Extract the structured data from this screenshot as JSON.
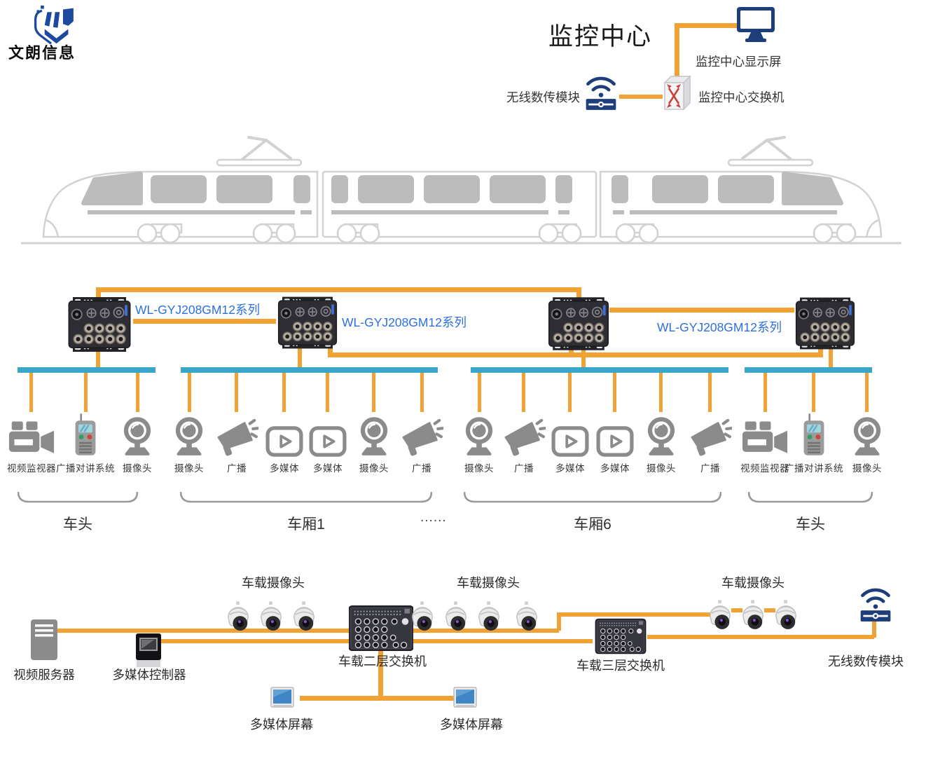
{
  "brand": {
    "name": "文朗信息"
  },
  "top": {
    "title": "监控中心",
    "display_label": "监控中心显示屏",
    "wireless_label": "无线数传模块",
    "switch_label": "监控中心交换机"
  },
  "series_labels": [
    "WL-GYJ208GM12系列",
    "WL-GYJ208GM12系列",
    "WL-GYJ208GM12系列"
  ],
  "ellipsis": "......",
  "groups": [
    {
      "name": "车头",
      "devices": [
        {
          "icon": "video-recorder-icon",
          "label": "视频监视器"
        },
        {
          "icon": "intercom-icon",
          "label": "广播对讲系统"
        },
        {
          "icon": "webcam-icon",
          "label": "摄像头"
        }
      ]
    },
    {
      "name": "车厢1",
      "devices": [
        {
          "icon": "webcam-icon",
          "label": "摄像头"
        },
        {
          "icon": "megaphone-icon",
          "label": "广播"
        },
        {
          "icon": "multimedia-icon",
          "label": "多媒体"
        },
        {
          "icon": "multimedia-icon",
          "label": "多媒体"
        },
        {
          "icon": "webcam-icon",
          "label": "摄像头"
        },
        {
          "icon": "megaphone-icon",
          "label": "广播"
        }
      ]
    },
    {
      "name": "车厢6",
      "devices": [
        {
          "icon": "webcam-icon",
          "label": "摄像头"
        },
        {
          "icon": "megaphone-icon",
          "label": "广播"
        },
        {
          "icon": "multimedia-icon",
          "label": "多媒体"
        },
        {
          "icon": "multimedia-icon",
          "label": "多媒体"
        },
        {
          "icon": "webcam-icon",
          "label": "摄像头"
        },
        {
          "icon": "megaphone-icon",
          "label": "广播"
        }
      ]
    },
    {
      "name": "车头",
      "devices": [
        {
          "icon": "video-recorder-icon",
          "label": "视频监视器"
        },
        {
          "icon": "intercom-icon",
          "label": "广播对讲系统"
        },
        {
          "icon": "webcam-icon",
          "label": "摄像头"
        }
      ]
    }
  ],
  "bottom": {
    "video_server_label": "视频服务器",
    "controller_label": "多媒体控制器",
    "camera_group_labels": [
      "车载摄像头",
      "车载摄像头",
      "车载摄像头"
    ],
    "layer2_switch_label": "车载二层交换机",
    "layer3_switch_label": "车载三层交换机",
    "wireless_label": "无线数传模块",
    "screen_labels": [
      "多媒体屏幕",
      "多媒体屏幕"
    ]
  },
  "colors": {
    "cable_orange": "#F0A334",
    "bus_blue": "#3AA6C9",
    "series_text_blue": "#2D6FE0",
    "icon_navy": "#1E3D7B",
    "device_gray": "#8B8B8B"
  }
}
